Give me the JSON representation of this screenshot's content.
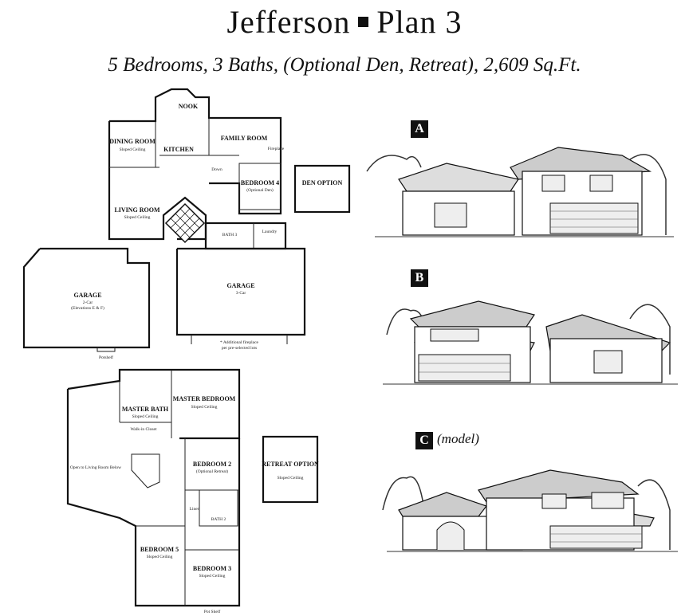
{
  "title_left": "Jefferson",
  "title_right": "Plan 3",
  "subtitle": "5 Bedrooms, 3 Baths, (Optional Den, Retreat), 2,609 Sq.Ft.",
  "first_floor": {
    "nook": "NOOK",
    "dining": "DINING ROOM",
    "dining_note": "Sloped Ceiling",
    "kitchen": "KITCHEN",
    "family": "FAMILY ROOM",
    "fireplace": "Fireplace",
    "living": "LIVING ROOM",
    "living_note": "Sloped Ceiling",
    "bedroom4": "BEDROOM 4",
    "bedroom4_note": "(Optional Den)",
    "den_option": "DEN OPTION",
    "bath3": "BATH 3",
    "laundry": "Laundry",
    "garage3": "GARAGE",
    "garage3_note": "3-Car",
    "garage2": "GARAGE",
    "garage2_note_a": "2-Car",
    "garage2_note_b": "(Elevations E & F)",
    "potshelf": "Potshelf",
    "down": "Down",
    "footnote_a": "* Additional fireplace",
    "footnote_b": "per pre-selected lots"
  },
  "second_floor": {
    "master_bath": "MASTER BATH",
    "master_bath_note": "Sloped Ceiling",
    "walk_in": "Walk-in Closet",
    "master_bed": "MASTER BEDROOM",
    "master_bed_note": "Sloped Ceiling",
    "open_to": "Open to Living Room Below",
    "bedroom2": "BEDROOM 2",
    "bedroom2_note": "(Optional Retreat)",
    "retreat": "RETREAT OPTION",
    "retreat_note": "Sloped Ceiling",
    "bath2": "BATH 2",
    "bedroom5": "BEDROOM 5",
    "bedroom5_note": "Sloped Ceiling",
    "bedroom3": "BEDROOM 3",
    "bedroom3_note": "Sloped Ceiling",
    "potshelf": "Pot Shelf",
    "linen": "Linen"
  },
  "elevations": [
    {
      "badge": "A",
      "note": ""
    },
    {
      "badge": "B",
      "note": ""
    },
    {
      "badge": "C",
      "note": "(model)"
    }
  ]
}
